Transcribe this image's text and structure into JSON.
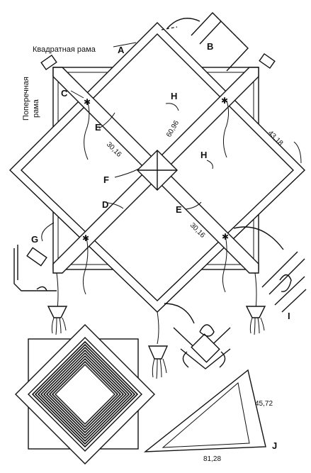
{
  "captions": {
    "square_frame": "Квадратная рама",
    "cross_frame_line1": "Поперечная",
    "cross_frame_line2": "рама"
  },
  "part_labels": {
    "a": "A",
    "b": "B",
    "c": "C",
    "d": "D",
    "e1": "E",
    "e2": "E",
    "f": "F",
    "g": "G",
    "h1": "H",
    "h2": "H",
    "i": "I",
    "j": "J"
  },
  "dimensions": {
    "e_upper": "30,16",
    "e_lower": "30,16",
    "h_vertical": "60,96",
    "side": "43,18",
    "tri_side": "45,72",
    "tri_base": "81,28"
  }
}
